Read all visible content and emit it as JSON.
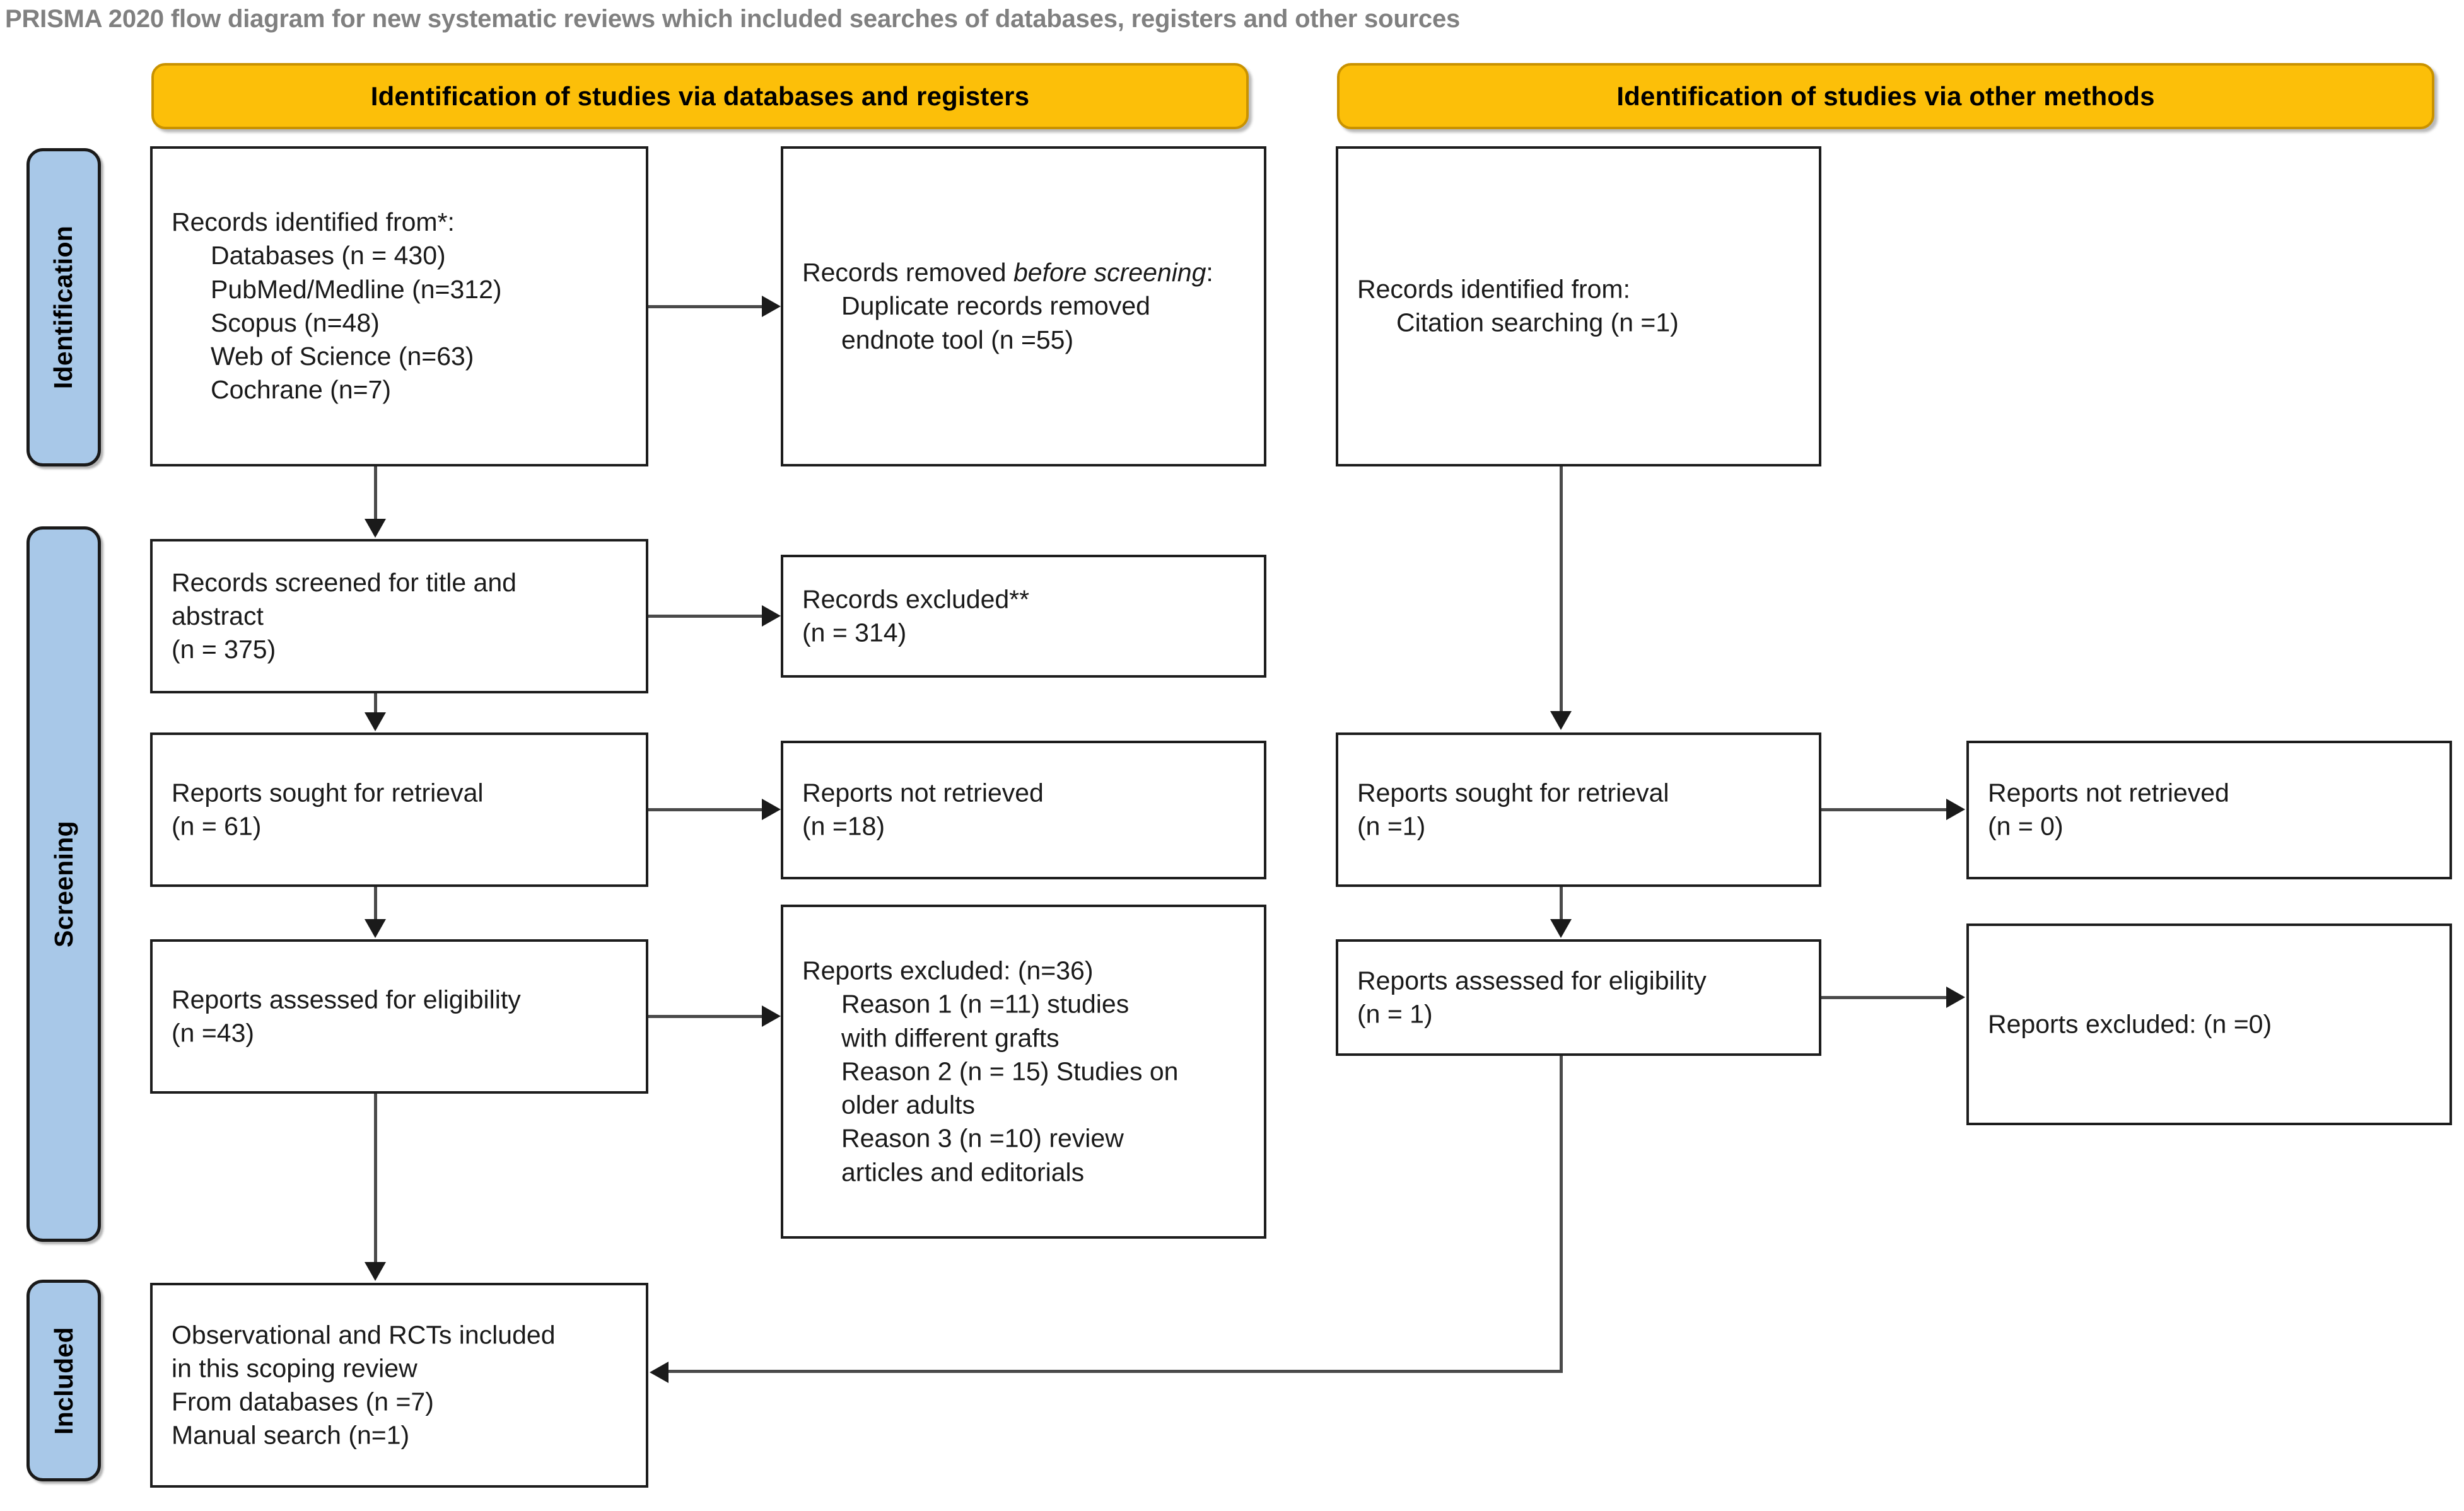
{
  "title": "PRISMA 2020 flow diagram for new systematic reviews which included searches of databases, registers and other sources",
  "colors": {
    "header_fill": "#fcbf09",
    "header_border": "#c99200",
    "stage_fill": "#a8c8e8",
    "stage_border": "#1a1a1a",
    "node_border": "#1d1d1d",
    "title_text": "#808080",
    "connector": "#4a4a4a"
  },
  "stages": [
    {
      "label": "Identification"
    },
    {
      "label": "Screening"
    },
    {
      "label": "Included"
    }
  ],
  "columns": [
    {
      "header": "Identification of studies via databases and registers"
    },
    {
      "header": "Identification of studies via other methods"
    }
  ],
  "nodes": {
    "db_identified": {
      "line1": "Records identified from*:",
      "items": [
        "Databases (n = 430)",
        "PubMed/Medline (n=312)",
        "Scopus (n=48)",
        "Web of Science (n=63)",
        "Cochrane (n=7)"
      ]
    },
    "db_removed": {
      "line1_pre": "Records removed ",
      "line1_em": "before",
      "line2_em": "screening",
      "line2_post": ":",
      "items": [
        "Duplicate records removed",
        "endnote tool (n =55)"
      ]
    },
    "db_screened": {
      "line1": "Records screened for title and",
      "line2": "abstract",
      "line3": "(n = 375)"
    },
    "db_excluded": {
      "line1": "Records excluded**",
      "line2": "(n = 314)"
    },
    "db_sought": {
      "line1": "Reports sought for retrieval",
      "line2": "(n = 61)"
    },
    "db_not_retrieved": {
      "line1": "Reports not retrieved",
      "line2": "(n =18)"
    },
    "db_assessed": {
      "line1": "Reports assessed for eligibility",
      "line2": "(n =43)"
    },
    "db_reports_excluded": {
      "line1": "Reports excluded: (n=36)",
      "items": [
        "Reason 1 (n =11) studies",
        "with different grafts",
        "Reason 2 (n = 15) Studies on",
        "older adults",
        "Reason 3 (n =10) review",
        "articles and editorials"
      ]
    },
    "other_identified": {
      "line1": "Records identified from:",
      "items": [
        "Citation searching (n =1)"
      ]
    },
    "other_sought": {
      "line1": "Reports sought for retrieval",
      "line2": "(n =1)"
    },
    "other_not_retrieved": {
      "line1": "Reports not retrieved",
      "line2": "(n = 0)"
    },
    "other_assessed": {
      "line1": "Reports assessed for eligibility",
      "line2": "(n = 1)"
    },
    "other_excluded": {
      "line1": "Reports excluded: (n =0)"
    },
    "included": {
      "line1": "Observational and RCTs included",
      "line2": "in this scoping review",
      "line3": "From databases (n =7)",
      "line4": "Manual search (n=1)"
    }
  }
}
